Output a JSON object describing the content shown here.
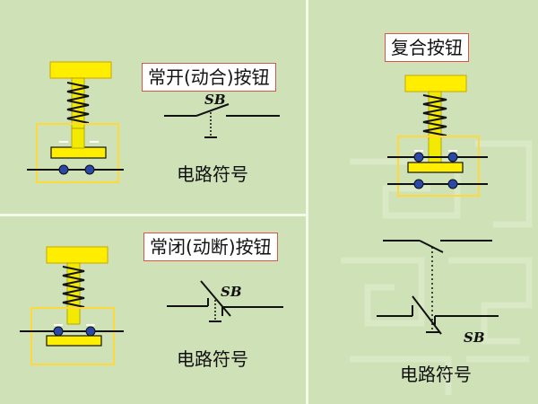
{
  "colors": {
    "background": "#cfe1b6",
    "button_cap": "#ffee00",
    "stem": "#f2ea00",
    "contact_box": "#ffd83a",
    "contact_dot": "#2a48a8",
    "title_border": "#d9534f",
    "divider": "#f4f9e8"
  },
  "panels": {
    "normally_open": {
      "title": "常开(动合)按钮",
      "symbol_label": "SB",
      "caption": "电路符号"
    },
    "normally_closed": {
      "title": "常闭(动断)按钮",
      "symbol_label": "SB",
      "caption": "电路符号"
    },
    "compound": {
      "title": "复合按钮",
      "symbol_label": "SB",
      "caption": "电路符号"
    }
  },
  "icons": [
    "push-button-illustration",
    "switch-symbol"
  ]
}
